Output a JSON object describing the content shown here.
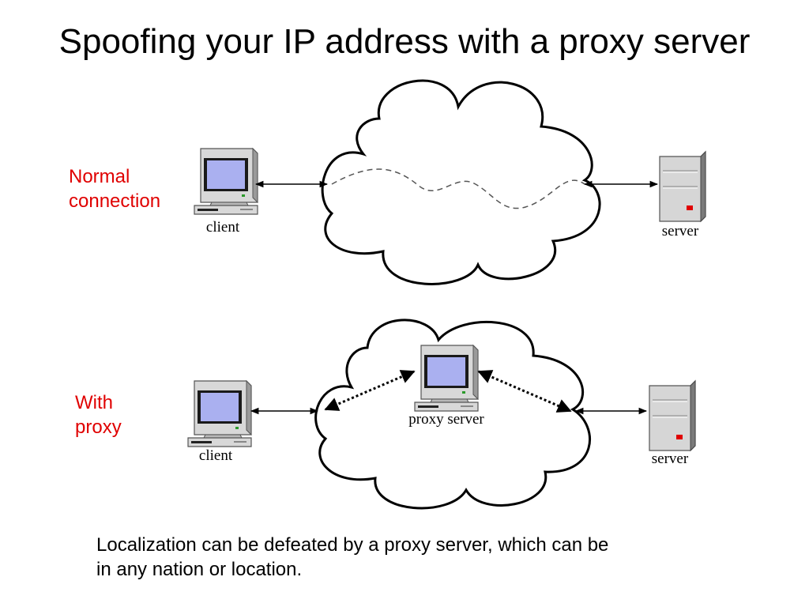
{
  "slide": {
    "title": "Spoofing your IP address with a proxy server",
    "caption_line1": "Localization can be defeated by a proxy server, which can be",
    "caption_line2": "in any nation or location."
  },
  "normal_row": {
    "label_line1": "Normal",
    "label_line2": "connection",
    "client_label": "client",
    "server_label": "server"
  },
  "proxy_row": {
    "label_line1": "With",
    "label_line2": "proxy",
    "client_label": "client",
    "proxy_label": "proxy server",
    "server_label": "server"
  },
  "colors": {
    "label_red": "#e00000",
    "screen_blue": "#aab0f0",
    "server_led": "#e00000"
  },
  "icons": [
    "computer-icon",
    "server-icon",
    "cloud-shape"
  ]
}
